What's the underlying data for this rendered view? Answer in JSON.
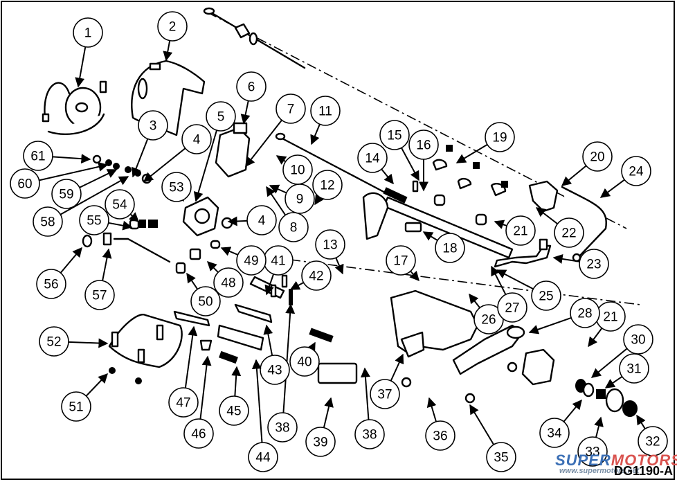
{
  "diagram": {
    "type": "exploded-parts-view",
    "subject": "steering column assembly",
    "figure_code": "DG1190-A",
    "callouts": [
      {
        "id": "c1",
        "label": "1"
      },
      {
        "id": "c2",
        "label": "2"
      },
      {
        "id": "c3",
        "label": "3"
      },
      {
        "id": "c4a",
        "label": "4"
      },
      {
        "id": "c4b",
        "label": "4"
      },
      {
        "id": "c5",
        "label": "5"
      },
      {
        "id": "c6",
        "label": "6"
      },
      {
        "id": "c7",
        "label": "7"
      },
      {
        "id": "c8",
        "label": "8"
      },
      {
        "id": "c9",
        "label": "9"
      },
      {
        "id": "c10",
        "label": "10"
      },
      {
        "id": "c11",
        "label": "11"
      },
      {
        "id": "c12",
        "label": "12"
      },
      {
        "id": "c13",
        "label": "13"
      },
      {
        "id": "c14",
        "label": "14"
      },
      {
        "id": "c15",
        "label": "15"
      },
      {
        "id": "c16",
        "label": "16"
      },
      {
        "id": "c17",
        "label": "17"
      },
      {
        "id": "c18",
        "label": "18"
      },
      {
        "id": "c19",
        "label": "19"
      },
      {
        "id": "c20",
        "label": "20"
      },
      {
        "id": "c21a",
        "label": "21"
      },
      {
        "id": "c21b",
        "label": "21"
      },
      {
        "id": "c22",
        "label": "22"
      },
      {
        "id": "c23",
        "label": "23"
      },
      {
        "id": "c24",
        "label": "24"
      },
      {
        "id": "c25",
        "label": "25"
      },
      {
        "id": "c26",
        "label": "26"
      },
      {
        "id": "c27",
        "label": "27"
      },
      {
        "id": "c28",
        "label": "28"
      },
      {
        "id": "c30",
        "label": "30"
      },
      {
        "id": "c31",
        "label": "31"
      },
      {
        "id": "c32",
        "label": "32"
      },
      {
        "id": "c33",
        "label": "33"
      },
      {
        "id": "c34",
        "label": "34"
      },
      {
        "id": "c35",
        "label": "35"
      },
      {
        "id": "c36",
        "label": "36"
      },
      {
        "id": "c37",
        "label": "37"
      },
      {
        "id": "c38a",
        "label": "38"
      },
      {
        "id": "c38b",
        "label": "38"
      },
      {
        "id": "c39",
        "label": "39"
      },
      {
        "id": "c40",
        "label": "40"
      },
      {
        "id": "c41",
        "label": "41"
      },
      {
        "id": "c42",
        "label": "42"
      },
      {
        "id": "c43",
        "label": "43"
      },
      {
        "id": "c44",
        "label": "44"
      },
      {
        "id": "c45",
        "label": "45"
      },
      {
        "id": "c46",
        "label": "46"
      },
      {
        "id": "c47",
        "label": "47"
      },
      {
        "id": "c48",
        "label": "48"
      },
      {
        "id": "c49",
        "label": "49"
      },
      {
        "id": "c50",
        "label": "50"
      },
      {
        "id": "c51",
        "label": "51"
      },
      {
        "id": "c52",
        "label": "52"
      },
      {
        "id": "c53",
        "label": "53"
      },
      {
        "id": "c54",
        "label": "54"
      },
      {
        "id": "c55",
        "label": "55"
      },
      {
        "id": "c56",
        "label": "56"
      },
      {
        "id": "c57",
        "label": "57"
      },
      {
        "id": "c58",
        "label": "58"
      },
      {
        "id": "c59",
        "label": "59"
      },
      {
        "id": "c60",
        "label": "60"
      },
      {
        "id": "c61",
        "label": "61"
      }
    ]
  },
  "watermark": {
    "brand_part1": "SUPER",
    "brand_part2": "MOTORS",
    "url": "www.supermotors.net",
    "colors": {
      "brand_blue": "#3b6fb5",
      "brand_red": "#d9534f",
      "url_gray": "#7a8fa6"
    }
  }
}
